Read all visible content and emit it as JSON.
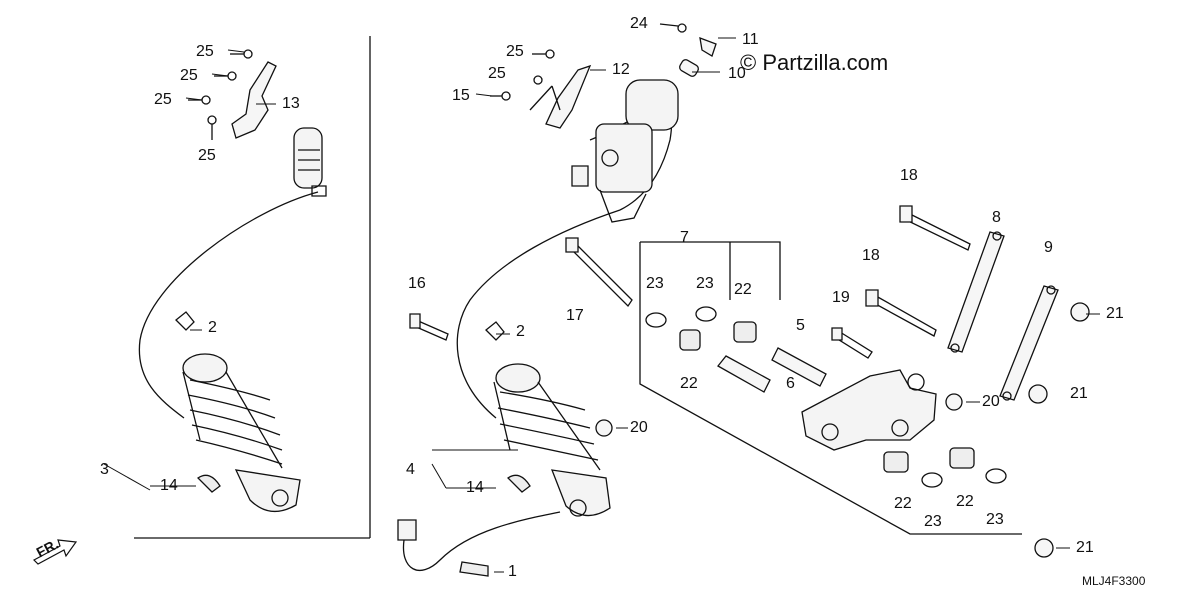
{
  "watermark": "© Partzilla.com",
  "diagram_code": "MLJ4F3300",
  "direction_label": "FR.",
  "callouts": [
    {
      "id": "c25a",
      "text": "25"
    },
    {
      "id": "c25b",
      "text": "25"
    },
    {
      "id": "c25c",
      "text": "25"
    },
    {
      "id": "c25d",
      "text": "25"
    },
    {
      "id": "c13",
      "text": "13"
    },
    {
      "id": "c2a",
      "text": "2"
    },
    {
      "id": "c3",
      "text": "3"
    },
    {
      "id": "c14a",
      "text": "14"
    },
    {
      "id": "c24",
      "text": "24"
    },
    {
      "id": "c11",
      "text": "11"
    },
    {
      "id": "c10",
      "text": "10"
    },
    {
      "id": "c25e",
      "text": "25"
    },
    {
      "id": "c12",
      "text": "12"
    },
    {
      "id": "c25f",
      "text": "25"
    },
    {
      "id": "c15",
      "text": "15"
    },
    {
      "id": "c18a",
      "text": "18"
    },
    {
      "id": "c8",
      "text": "8"
    },
    {
      "id": "c9",
      "text": "9"
    },
    {
      "id": "c7",
      "text": "7"
    },
    {
      "id": "c23a",
      "text": "23"
    },
    {
      "id": "c23b",
      "text": "23"
    },
    {
      "id": "c22a",
      "text": "22"
    },
    {
      "id": "c18b",
      "text": "18"
    },
    {
      "id": "c19",
      "text": "19"
    },
    {
      "id": "c21a",
      "text": "21"
    },
    {
      "id": "c16",
      "text": "16"
    },
    {
      "id": "c17",
      "text": "17"
    },
    {
      "id": "c5",
      "text": "5"
    },
    {
      "id": "c2b",
      "text": "2"
    },
    {
      "id": "c22b",
      "text": "22"
    },
    {
      "id": "c6",
      "text": "6"
    },
    {
      "id": "c20a",
      "text": "20"
    },
    {
      "id": "c21b",
      "text": "21"
    },
    {
      "id": "c20b",
      "text": "20"
    },
    {
      "id": "c4",
      "text": "4"
    },
    {
      "id": "c14b",
      "text": "14"
    },
    {
      "id": "c22c",
      "text": "22"
    },
    {
      "id": "c22d",
      "text": "22"
    },
    {
      "id": "c23c",
      "text": "23"
    },
    {
      "id": "c23d",
      "text": "23"
    },
    {
      "id": "c1",
      "text": "1"
    },
    {
      "id": "c21c",
      "text": "21"
    }
  ]
}
